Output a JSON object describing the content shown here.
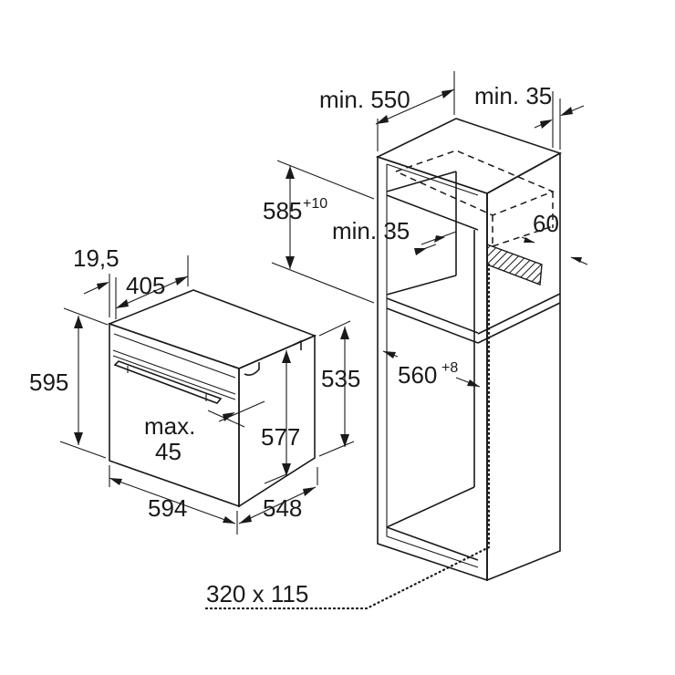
{
  "dimensions": {
    "min_550": "min. 550",
    "min_35_top": "min. 35",
    "h_585": "585",
    "h_585_tol": "+10",
    "min_35_mid": "min. 35",
    "d_60": "60",
    "w_19_5": "19,5",
    "w_405": "405",
    "h_595": "595",
    "h_535": "535",
    "w_560": "560",
    "w_560_tol": "+8",
    "max": "max.",
    "max_45": "45",
    "h_577": "577",
    "w_594": "594",
    "d_548": "548",
    "vent": "320 x 115"
  },
  "colors": {
    "ink": "#1a1a1a",
    "background": "#ffffff"
  }
}
